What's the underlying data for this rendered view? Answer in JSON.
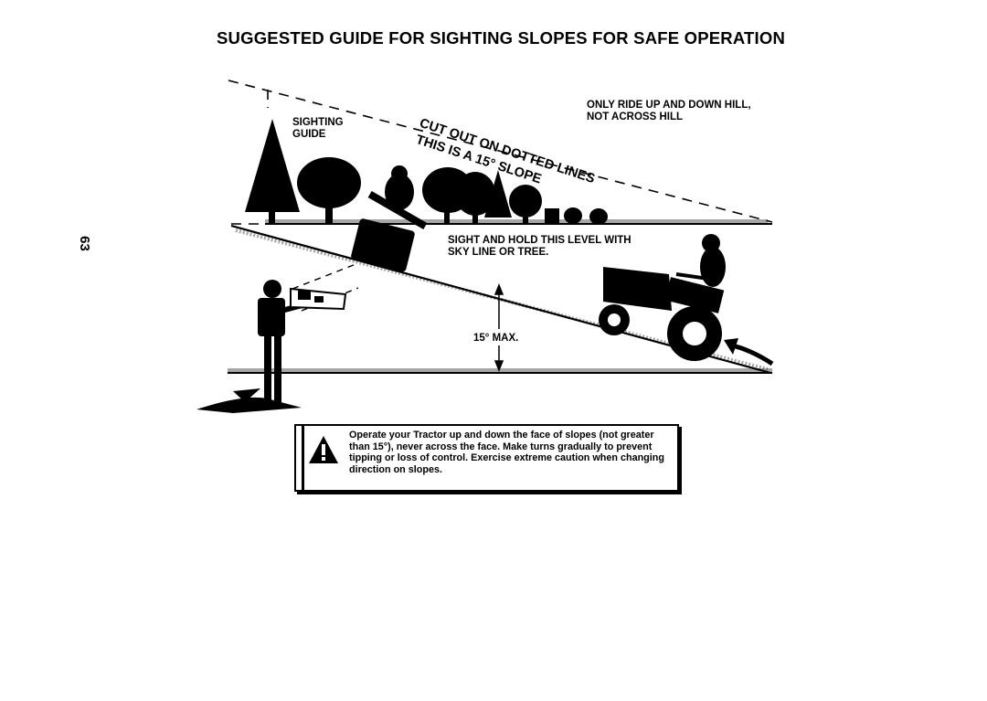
{
  "page": {
    "title": "SUGGESTED GUIDE FOR SIGHTING SLOPES FOR SAFE OPERATION",
    "page_number": "63"
  },
  "diagram": {
    "sighting_guide_label_1": "SIGHTING",
    "sighting_guide_label_2": "GUIDE",
    "cut_out_label": "CUT OUT ON DOTTED LINES",
    "slope_label": "THIS IS A 15° SLOPE",
    "ride_note_1": "ONLY RIDE UP AND DOWN HILL,",
    "ride_note_2": "NOT ACROSS HILL",
    "sight_note_1": "SIGHT AND HOLD THIS LEVEL WITH",
    "sight_note_2": "SKY LINE OR TREE.",
    "max_angle": "15° MAX."
  },
  "warning": {
    "icon": "warning-triangle-icon",
    "text": "Operate your Tractor up and down the face of slopes (not greater than 15°), never across the face. Make turns gradually to prevent tipping or loss of control. Exercise extreme caution when changing direction on slopes."
  }
}
